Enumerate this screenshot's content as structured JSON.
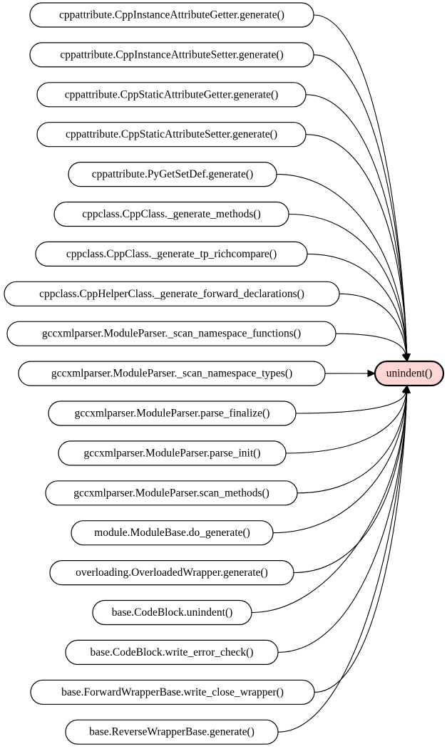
{
  "graph": {
    "target": {
      "label": "unindent()",
      "fill": "#ffd6d6"
    },
    "callers": [
      {
        "label": "cppattribute.CppInstanceAttributeGetter.generate()"
      },
      {
        "label": "cppattribute.CppInstanceAttributeSetter.generate()"
      },
      {
        "label": "cppattribute.CppStaticAttributeGetter.generate()"
      },
      {
        "label": "cppattribute.CppStaticAttributeSetter.generate()"
      },
      {
        "label": "cppattribute.PyGetSetDef.generate()"
      },
      {
        "label": "cppclass.CppClass._generate_methods()"
      },
      {
        "label": "cppclass.CppClass._generate_tp_richcompare()"
      },
      {
        "label": "cppclass.CppHelperClass._generate_forward_declarations()"
      },
      {
        "label": "gccxmlparser.ModuleParser._scan_namespace_functions()"
      },
      {
        "label": "gccxmlparser.ModuleParser._scan_namespace_types()"
      },
      {
        "label": "gccxmlparser.ModuleParser.parse_finalize()"
      },
      {
        "label": "gccxmlparser.ModuleParser.parse_init()"
      },
      {
        "label": "gccxmlparser.ModuleParser.scan_methods()"
      },
      {
        "label": "module.ModuleBase.do_generate()"
      },
      {
        "label": "overloading.OverloadedWrapper.generate()"
      },
      {
        "label": "base.CodeBlock.unindent()"
      },
      {
        "label": "base.CodeBlock.write_error_check()"
      },
      {
        "label": "base.ForwardWrapperBase.write_close_wrapper()"
      },
      {
        "label": "base.ReverseWrapperBase.generate()"
      }
    ]
  }
}
